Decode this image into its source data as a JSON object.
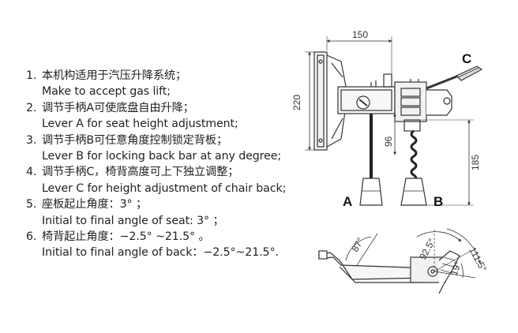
{
  "features": [
    {
      "num": "1.",
      "zh": "本机构适用于汽压升降系统；",
      "en": "Make to accept gas lift;"
    },
    {
      "num": "2.",
      "zh": "调节手柄A可使底盘自由升降；",
      "en": "Lever A for seat height adjustment;"
    },
    {
      "num": "3.",
      "zh": "调节手柄B可任意角度控制锁定背板；",
      "en": "Lever B for locking back bar at any degree;"
    },
    {
      "num": "4.",
      "zh": "调节手柄C，椅背高度可上下独立调整；",
      "en": "Lever C for height adjustment of chair back;"
    },
    {
      "num": "5.",
      "zh": "座板起止角度：3°  ；",
      "en": "Initial to final angle of seat: 3°  ；"
    },
    {
      "num": "6.",
      "zh": "椅背起止角度：−2.5°   ~21.5°  。",
      "en": "Initial to final angle of back：−2.5°~21.5°."
    }
  ],
  "diagram": {
    "dimensions": {
      "width": "150",
      "height": "220",
      "offset": "96",
      "lever_height": "185"
    },
    "levers": {
      "a": "A",
      "b": "B",
      "c": "C"
    },
    "angles": {
      "seat_tilt": "87°",
      "back_start": "92.5°",
      "back_end": "111.5°",
      "range": "19°"
    }
  }
}
